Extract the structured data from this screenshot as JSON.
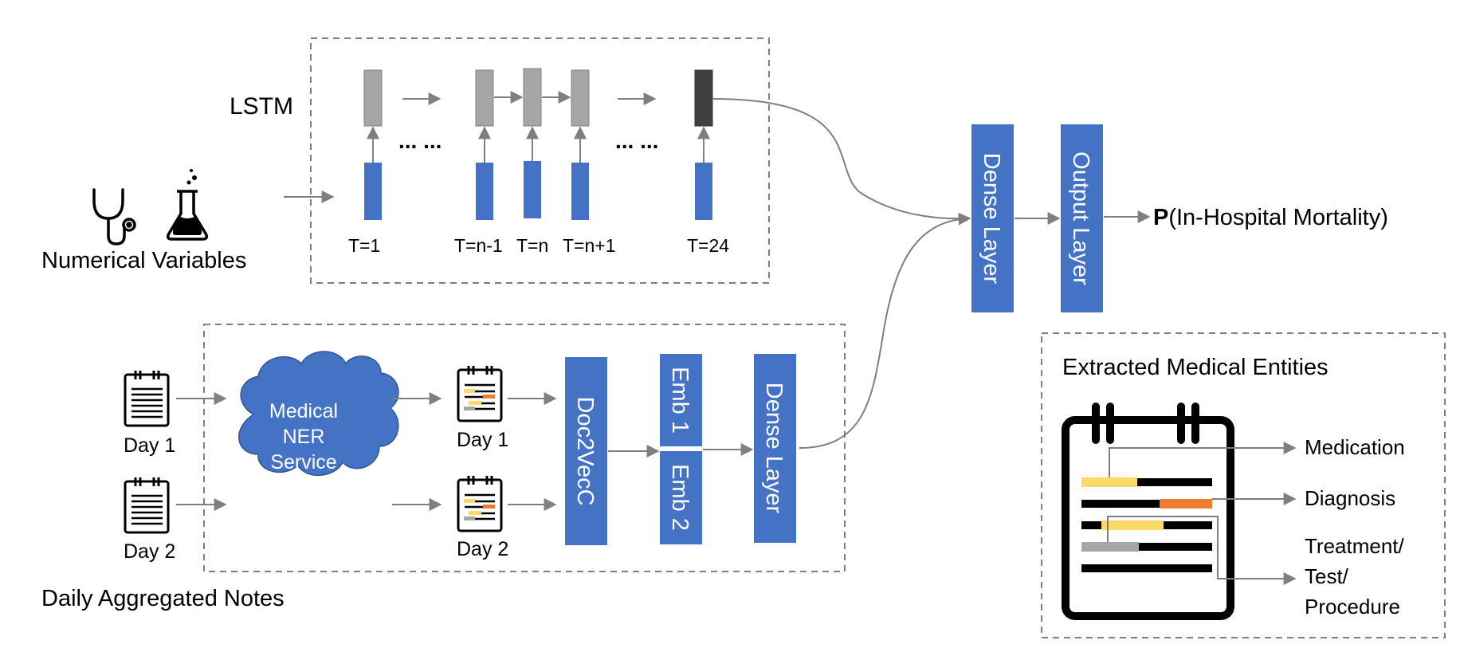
{
  "lstm": {
    "title": "LSTM",
    "time_labels": [
      "T=1",
      "T=n-1",
      "T=n",
      "T=n+1",
      "T=24"
    ],
    "ellipsis": "... ..."
  },
  "numerical": {
    "label": "Numerical Variables"
  },
  "notes": {
    "section_label": "Daily Aggregated Notes",
    "day1": "Day 1",
    "day2": "Day 2",
    "cloud_lines": [
      "Medical",
      "NER",
      "Service"
    ]
  },
  "blocks": {
    "doc2vec": "Doc2VecC",
    "emb1": "Emb 1",
    "emb2": "Emb 2",
    "dense_small": "Dense Layer",
    "dense_main": "Dense Layer",
    "output": "Output Layer"
  },
  "output": {
    "prefix": "P",
    "text": "(In-Hospital Mortality)"
  },
  "legend": {
    "title": "Extracted Medical Entities",
    "medication": "Medication",
    "diagnosis": "Diagnosis",
    "treatment_lines": [
      "Treatment/",
      "Test/",
      "Procedure"
    ]
  },
  "colors": {
    "blue": "#4472c4",
    "gray": "#a6a6a6",
    "dark": "#404040",
    "yellow": "#ffd966",
    "orange": "#ed7d31",
    "arrow": "#7f7f7f",
    "dash": "#7f7f7f"
  }
}
